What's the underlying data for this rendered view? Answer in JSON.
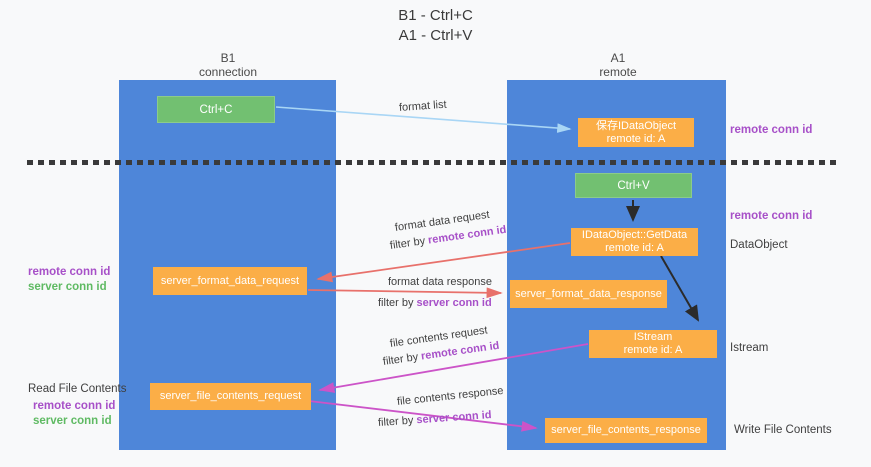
{
  "title": {
    "line1": "B1 - Ctrl+C",
    "line2": "A1 - Ctrl+V"
  },
  "lifelines": {
    "left": {
      "name": "B1",
      "role": "connection"
    },
    "right": {
      "name": "A1",
      "role": "remote"
    }
  },
  "boxes": {
    "ctrl_c": {
      "label": "Ctrl+C"
    },
    "ctrl_v": {
      "label": "Ctrl+V"
    },
    "save_idataobject": {
      "line1": "保存IDataObject",
      "line2": "remote id: A"
    },
    "getdata": {
      "line1": "IDataObject::GetData",
      "line2": "remote id: A"
    },
    "istream": {
      "line1": "IStream",
      "line2": "remote id: A"
    },
    "server_format_data_request": {
      "label": "server_format_data_request"
    },
    "server_format_data_response": {
      "label": "server_format_data_response"
    },
    "server_file_contents_request": {
      "label": "server_file_contents_request"
    },
    "server_file_contents_response": {
      "label": "server_file_contents_response"
    }
  },
  "messages": {
    "format_list": "format list",
    "format_data_request": "format data request",
    "format_data_response": "format data response",
    "file_contents_request": "file contents request",
    "file_contents_response": "file contents response",
    "filter_by": "filter by ",
    "remote_conn_id": "remote conn id",
    "server_conn_id": "server conn id"
  },
  "annotations": {
    "remote_conn_id": "remote conn id",
    "server_conn_id": "server conn id",
    "dataobject": "DataObject",
    "istream": "Istream",
    "read_file_contents": "Read File Contents",
    "write_file_contents": "Write File Contents"
  },
  "colors": {
    "lifeline_blue": "#4e86d9",
    "box_green": "#72c071",
    "box_orange": "#fbae47",
    "arrow_lightblue": "#a9d6f5",
    "arrow_red": "#e8716b",
    "arrow_magenta": "#cc54c8",
    "arrow_black": "#2b2b2b",
    "text_purple": "#a750c8",
    "text_green": "#5fba63"
  }
}
